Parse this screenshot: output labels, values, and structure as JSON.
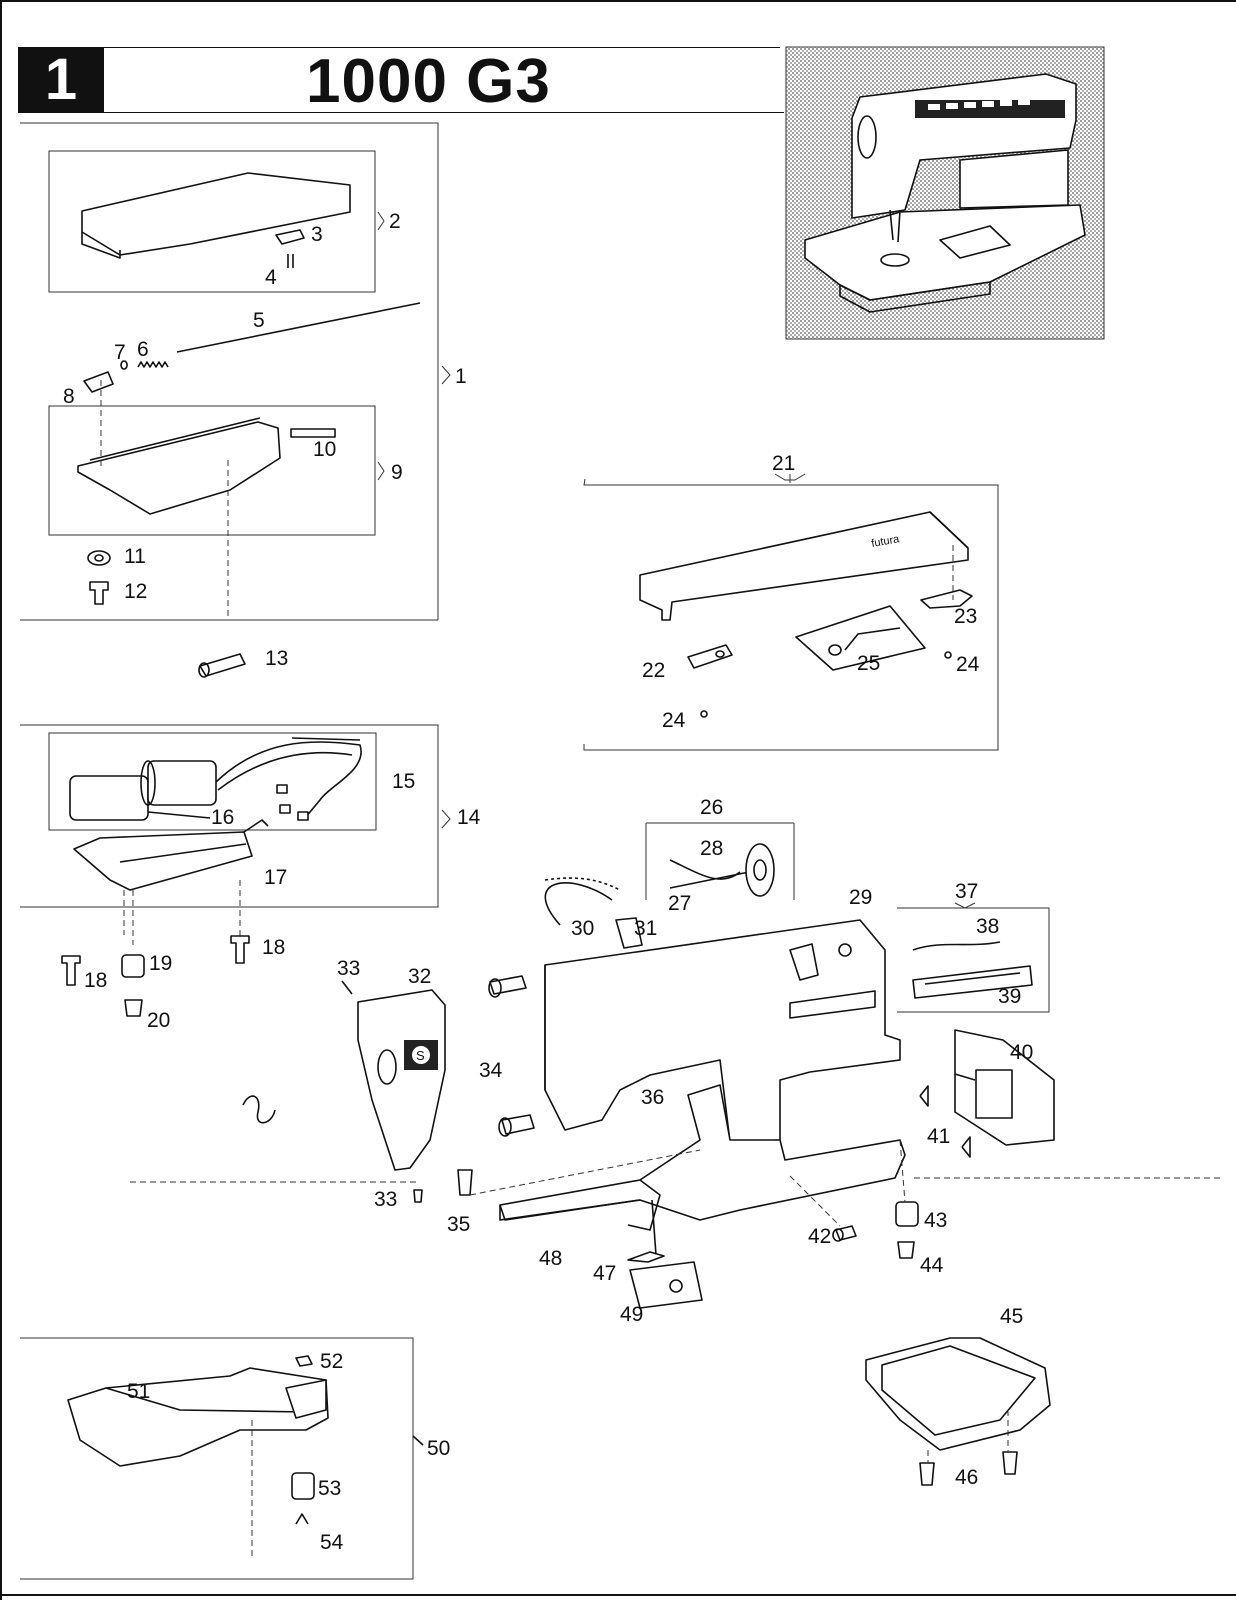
{
  "header": {
    "section_number": "1",
    "title": "1000 G3"
  },
  "part_labels": [
    "1",
    "2",
    "3",
    "4",
    "5",
    "6",
    "7",
    "8",
    "9",
    "10",
    "11",
    "12",
    "13",
    "14",
    "15",
    "16",
    "17",
    "18",
    "19",
    "20",
    "21",
    "22",
    "23",
    "24",
    "25",
    "26",
    "27",
    "28",
    "29",
    "30",
    "31",
    "32",
    "33",
    "34",
    "35",
    "36",
    "37",
    "38",
    "39",
    "40",
    "41",
    "42",
    "43",
    "44",
    "45",
    "46",
    "47",
    "48",
    "49",
    "50",
    "51",
    "52",
    "53",
    "54"
  ],
  "product_logo_text": "futura",
  "emblem_letter": "S"
}
